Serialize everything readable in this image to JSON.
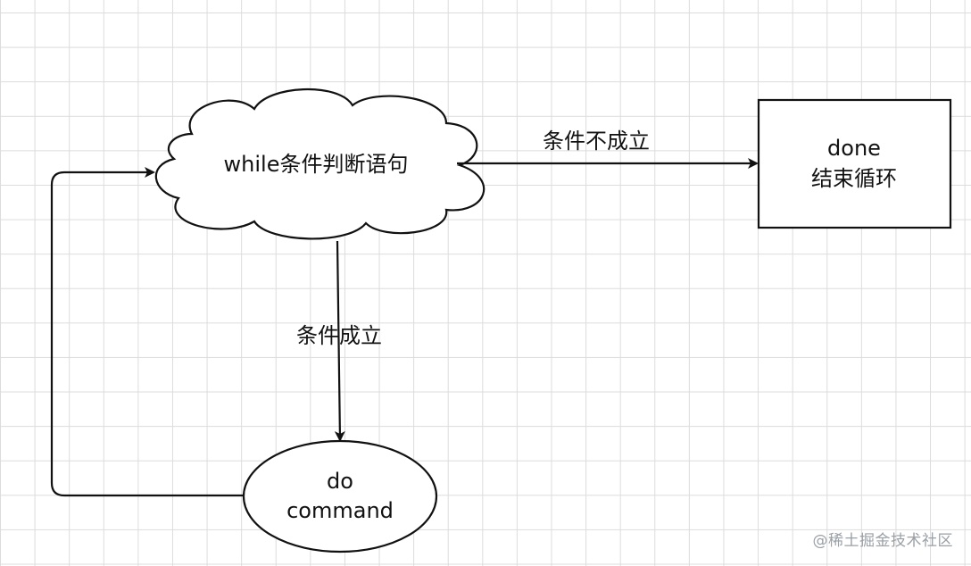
{
  "diagram": {
    "nodes": {
      "while": {
        "label": "while条件判断语句",
        "shape": "cloud"
      },
      "done": {
        "line1": "done",
        "line2": "结束循环",
        "shape": "rectangle"
      },
      "do": {
        "line1": "do",
        "line2": "command",
        "shape": "ellipse"
      }
    },
    "edges": {
      "false_edge": {
        "label": "条件不成立",
        "from": "while",
        "to": "done"
      },
      "true_edge": {
        "label": "条件成立",
        "from": "while",
        "to": "do"
      },
      "loop_back": {
        "label": "",
        "from": "do",
        "to": "while"
      }
    }
  },
  "watermark": "@稀土掘金技术社区",
  "colors": {
    "stroke": "#111111",
    "grid": "#dcdcdc",
    "background": "#ffffff",
    "watermark": "#9aa0a6"
  }
}
